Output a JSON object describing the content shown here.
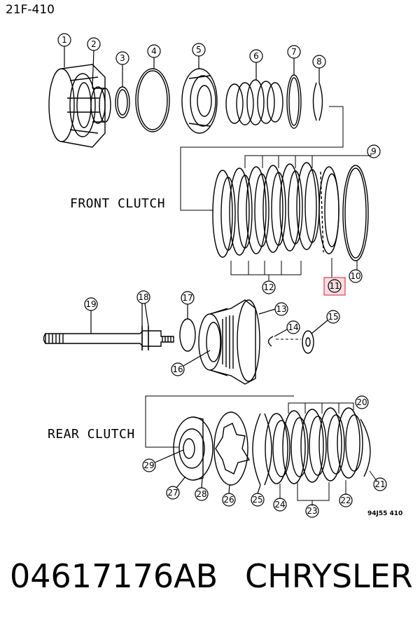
{
  "diagram": {
    "page_code": "21F-410",
    "front_section_label": "FRONT CLUTCH",
    "rear_section_label": "REAR CLUTCH",
    "drawing_stamp": "94J55 410",
    "highlight_color": "#e05a6a",
    "callouts": [
      "1",
      "2",
      "3",
      "4",
      "5",
      "6",
      "7",
      "8",
      "9",
      "10",
      "11",
      "12",
      "13",
      "14",
      "15",
      "16",
      "17",
      "18",
      "19",
      "20",
      "21",
      "22",
      "23",
      "24",
      "25",
      "26",
      "27",
      "28",
      "29"
    ],
    "highlighted_callout": "11"
  },
  "footer": {
    "part_number": "04617176AB",
    "brand": "CHRYSLER"
  }
}
